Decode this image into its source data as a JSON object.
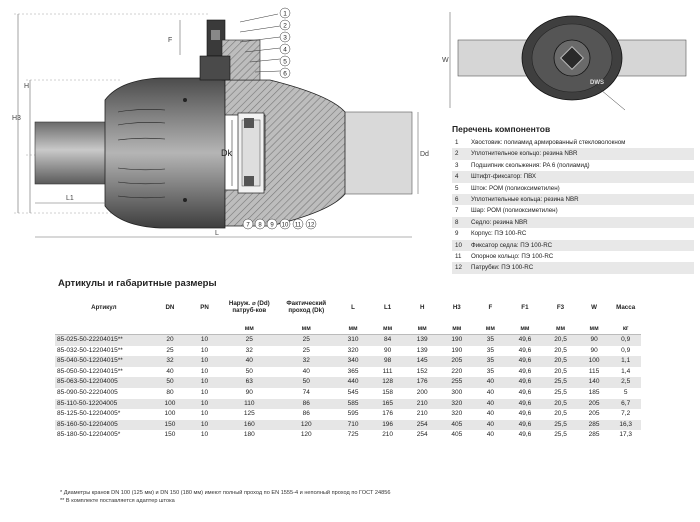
{
  "callouts_top": [
    "1",
    "2",
    "3",
    "4",
    "5",
    "6"
  ],
  "callouts_bottom": [
    "7",
    "8",
    "9",
    "10",
    "11",
    "12"
  ],
  "dims": {
    "h": "H",
    "h3": "H3",
    "f": "F",
    "dk": "Dk",
    "dd": "Dd",
    "l1": "L1",
    "l": "L",
    "w": "W",
    "brand": "DWS"
  },
  "legend": {
    "title": "Перечень компонентов",
    "items": [
      {
        "n": "1",
        "t": "Хвостовик: полиамид армированный стекловолокном"
      },
      {
        "n": "2",
        "t": "Уплотнительное кольцо: резина NBR"
      },
      {
        "n": "3",
        "t": "Подшипник скольжения: PA 6 (полиамид)"
      },
      {
        "n": "4",
        "t": "Штифт-фиксатор: ПВХ"
      },
      {
        "n": "5",
        "t": "Шток: POM (полиоксиметилен)"
      },
      {
        "n": "6",
        "t": "Уплотнительные кольца: резина NBR"
      },
      {
        "n": "7",
        "t": "Шар: POM (полиоксиметилен)"
      },
      {
        "n": "8",
        "t": "Седло: резина NBR"
      },
      {
        "n": "9",
        "t": "Корпус: ПЭ 100-RC"
      },
      {
        "n": "10",
        "t": "Фиксатор седла: ПЭ 100-RC"
      },
      {
        "n": "11",
        "t": "Опорное кольцо: ПЭ 100-RC"
      },
      {
        "n": "12",
        "t": "Патрубки: ПЭ 100-RC"
      }
    ]
  },
  "table": {
    "title": "Артикулы и габаритные размеры",
    "headers": [
      "Артикул",
      "DN",
      "PN",
      "Наруж. ⌀ (Dd) патруб-ков",
      "Фактический проход (Dk)",
      "L",
      "L1",
      "H",
      "H3",
      "F",
      "F1",
      "F3",
      "W",
      "Масса"
    ],
    "units": [
      "",
      "",
      "",
      "мм",
      "мм",
      "мм",
      "мм",
      "мм",
      "мм",
      "мм",
      "мм",
      "мм",
      "мм",
      "кг"
    ],
    "rows": [
      [
        "85-025-50-22204015**",
        "20",
        "10",
        "25",
        "25",
        "310",
        "84",
        "139",
        "190",
        "35",
        "49,6",
        "20,5",
        "90",
        "0,9"
      ],
      [
        "85-032-50-12204015**",
        "25",
        "10",
        "32",
        "25",
        "320",
        "90",
        "139",
        "190",
        "35",
        "49,6",
        "20,5",
        "90",
        "0,9"
      ],
      [
        "85-040-50-12204015**",
        "32",
        "10",
        "40",
        "32",
        "340",
        "98",
        "145",
        "205",
        "35",
        "49,6",
        "20,5",
        "100",
        "1,1"
      ],
      [
        "85-050-50-12204015**",
        "40",
        "10",
        "50",
        "40",
        "365",
        "111",
        "152",
        "220",
        "35",
        "49,6",
        "20,5",
        "115",
        "1,4"
      ],
      [
        "85-063-50-12204005",
        "50",
        "10",
        "63",
        "50",
        "440",
        "128",
        "176",
        "255",
        "40",
        "49,6",
        "25,5",
        "140",
        "2,5"
      ],
      [
        "85-090-50-22204005",
        "80",
        "10",
        "90",
        "74",
        "545",
        "158",
        "200",
        "300",
        "40",
        "49,6",
        "25,5",
        "185",
        "5"
      ],
      [
        "85-110-50-12204005",
        "100",
        "10",
        "110",
        "86",
        "585",
        "165",
        "210",
        "320",
        "40",
        "49,6",
        "20,5",
        "205",
        "6,7"
      ],
      [
        "85-125-50-12204005*",
        "100",
        "10",
        "125",
        "86",
        "595",
        "176",
        "210",
        "320",
        "40",
        "49,6",
        "20,5",
        "205",
        "7,2"
      ],
      [
        "85-160-50-12204005",
        "150",
        "10",
        "160",
        "120",
        "710",
        "196",
        "254",
        "405",
        "40",
        "49,6",
        "25,5",
        "285",
        "16,3"
      ],
      [
        "85-180-50-12204005*",
        "150",
        "10",
        "180",
        "120",
        "725",
        "210",
        "254",
        "405",
        "40",
        "49,6",
        "25,5",
        "285",
        "17,3"
      ]
    ],
    "notes": [
      "* Диаметры кранов DN 100 (125 мм) и DN 150 (180 мм) имеют полный проход по EN 1555-4  и неполный проход по ГОСТ 24856",
      "** В комплекте поставляется адаптер штока"
    ]
  }
}
